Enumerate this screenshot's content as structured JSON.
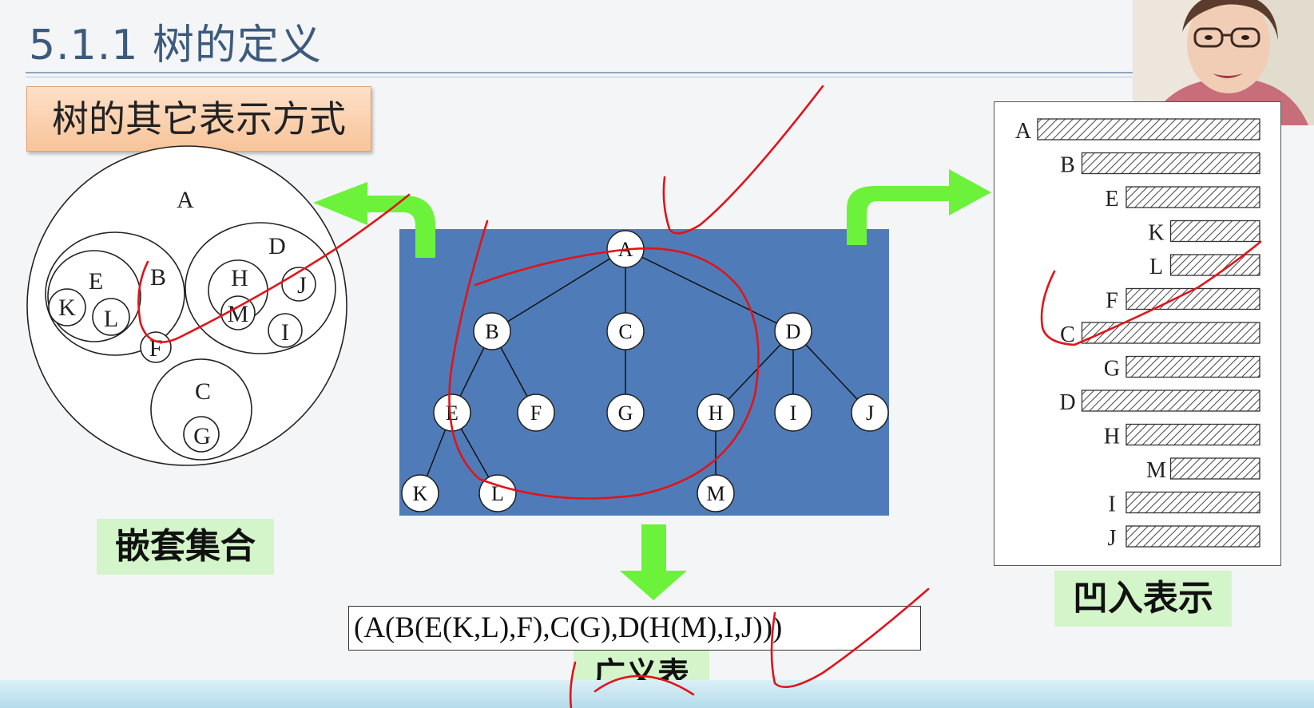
{
  "title": "5.1.1 树的定义",
  "subtitle": "树的其它表示方式",
  "labels": {
    "nested": "嵌套集合",
    "indent": "凹入表示",
    "generalized": "广义表"
  },
  "generalized_list": "(A(B(E(K,L),F),C(G),D(H(M),I,J)))",
  "tree": {
    "nodes": [
      "A",
      "B",
      "C",
      "D",
      "E",
      "F",
      "G",
      "H",
      "I",
      "J",
      "K",
      "L",
      "M"
    ],
    "edges": [
      [
        "A",
        "B"
      ],
      [
        "A",
        "C"
      ],
      [
        "A",
        "D"
      ],
      [
        "B",
        "E"
      ],
      [
        "B",
        "F"
      ],
      [
        "C",
        "G"
      ],
      [
        "D",
        "H"
      ],
      [
        "D",
        "I"
      ],
      [
        "D",
        "J"
      ],
      [
        "E",
        "K"
      ],
      [
        "E",
        "L"
      ],
      [
        "H",
        "M"
      ]
    ]
  },
  "nested_sets": {
    "outer": "A",
    "groups": [
      "B",
      "D",
      "C",
      "E",
      "H"
    ],
    "leaves": [
      "K",
      "L",
      "F",
      "M",
      "J",
      "I",
      "G"
    ]
  },
  "indentation": [
    {
      "label": "A",
      "depth": 0
    },
    {
      "label": "B",
      "depth": 1
    },
    {
      "label": "E",
      "depth": 2
    },
    {
      "label": "K",
      "depth": 3
    },
    {
      "label": "L",
      "depth": 3
    },
    {
      "label": "F",
      "depth": 2
    },
    {
      "label": "C",
      "depth": 1
    },
    {
      "label": "G",
      "depth": 2
    },
    {
      "label": "D",
      "depth": 1
    },
    {
      "label": "H",
      "depth": 2
    },
    {
      "label": "M",
      "depth": 3
    },
    {
      "label": "I",
      "depth": 2
    },
    {
      "label": "J",
      "depth": 2
    }
  ],
  "colors": {
    "title": "#3c5a7c",
    "tree_panel": "#4f7cb8",
    "arrow": "#6cf23a",
    "annotation": "#e0141a",
    "label_bg": "#d3f5c9"
  }
}
